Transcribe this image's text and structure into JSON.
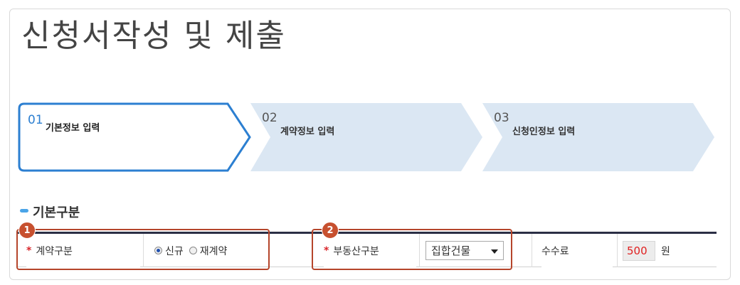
{
  "page": {
    "title": "신청서작성 및 제출"
  },
  "steps": [
    {
      "number": "01",
      "label": "기본정보 입력",
      "active": true
    },
    {
      "number": "02",
      "label": "계약정보 입력",
      "active": false
    },
    {
      "number": "03",
      "label": "신청인정보 입력",
      "active": false
    }
  ],
  "section": {
    "heading": "기본구분"
  },
  "form": {
    "required_mark": "*",
    "contract_type": {
      "label": "계약구분",
      "options": [
        {
          "label": "신규",
          "checked": true
        },
        {
          "label": "재계약",
          "checked": false
        }
      ]
    },
    "property_type": {
      "label": "부동산구분",
      "selected": "집합건물"
    },
    "fee": {
      "label": "수수료",
      "value": "500",
      "unit": "원"
    }
  },
  "annotations": {
    "badge1": "1",
    "badge2": "2"
  },
  "colors": {
    "accent": "#2c7fd1",
    "step_bg": "#dbe7f3",
    "highlight": "#b5452b",
    "required": "#d9262b",
    "fee_value": "#e02020"
  }
}
